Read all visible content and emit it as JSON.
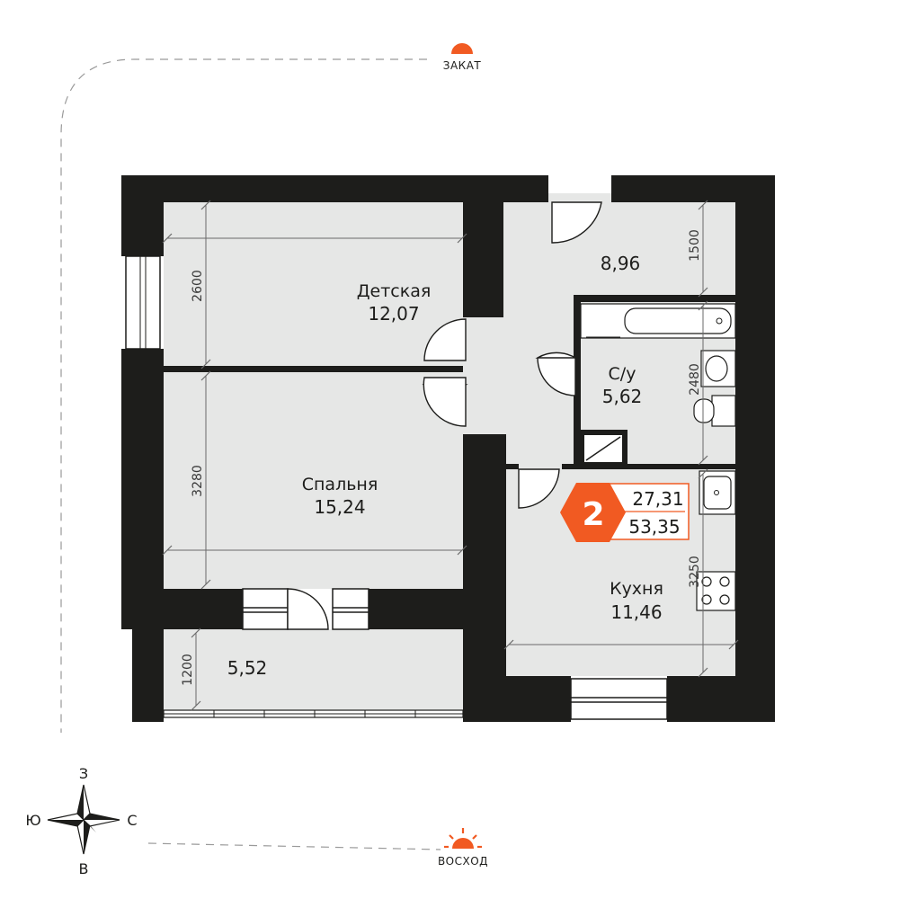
{
  "colors": {
    "wall": "#1d1d1b",
    "floor": "#e6e7e6",
    "accent": "#f15a22",
    "line": "#6a6a6a"
  },
  "sun": {
    "sunset_label": "ЗАКАТ",
    "sunrise_label": "ВОСХОД"
  },
  "compass": {
    "top": "З",
    "left": "Ю",
    "right": "С",
    "bottom": "В"
  },
  "badge": {
    "rooms": "2",
    "living_area": "27,31",
    "total_area": "53,35"
  },
  "rooms": {
    "kids": {
      "name": "Детская",
      "area": "12,07"
    },
    "bedroom": {
      "name": "Спальня",
      "area": "15,24"
    },
    "hall": {
      "area": "8,96"
    },
    "bath": {
      "name": "С/у",
      "area": "5,62"
    },
    "kitchen": {
      "name": "Кухня",
      "area": "11,46"
    },
    "balcony": {
      "area": "5,52"
    }
  },
  "dimensions": {
    "kids_height": "2600",
    "bedroom_height": "3280",
    "balcony_height": "1200",
    "hall_height": "1500",
    "bath_height": "2480",
    "kitchen_height": "3250"
  }
}
